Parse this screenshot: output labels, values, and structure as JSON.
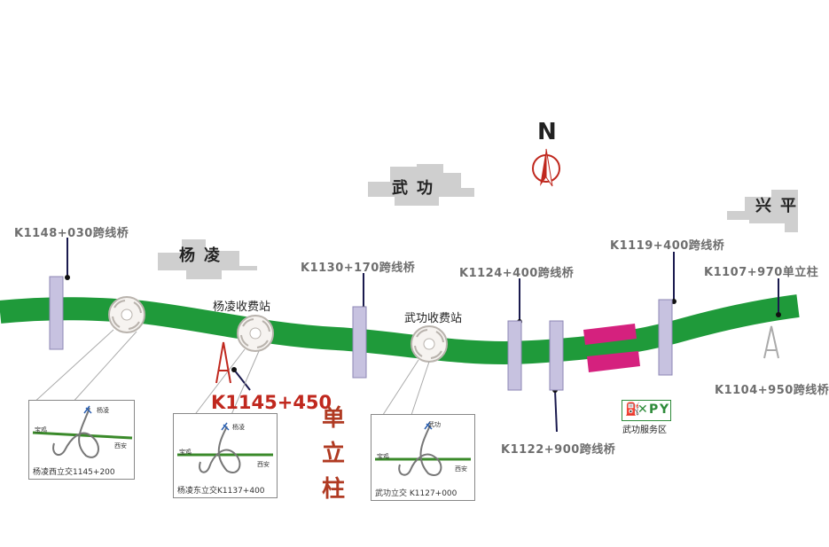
{
  "north": {
    "label": "N"
  },
  "cities": [
    {
      "id": "yangling",
      "name": "杨凌"
    },
    {
      "id": "wugong",
      "name": "武功"
    },
    {
      "id": "xingping",
      "name": "兴平"
    }
  ],
  "toll_stations": [
    {
      "id": "yangling",
      "name": "杨凌收费站"
    },
    {
      "id": "wugong",
      "name": "武功收费站"
    }
  ],
  "bridges": [
    {
      "id": "k1148",
      "label": "K1148+030跨线桥"
    },
    {
      "id": "k1130",
      "label": "K1130+170跨线桥"
    },
    {
      "id": "k1124",
      "label": "K1124+400跨线桥"
    },
    {
      "id": "k1122",
      "label": "K1122+900跨线桥"
    },
    {
      "id": "k1119",
      "label": "K1119+400跨线桥"
    },
    {
      "id": "k1107",
      "label": "K1107+970单立柱"
    },
    {
      "id": "k1104",
      "label": "K1104+950跨线桥"
    }
  ],
  "highlight": {
    "kilo": "K1145+450",
    "type": "单立柱"
  },
  "interchanges": [
    {
      "id": "yangling-west",
      "caption": "杨凌西立交1145+200",
      "north_label": "杨凌",
      "west_label": "宝鸡",
      "east_label": "西安"
    },
    {
      "id": "yangling-east",
      "caption": "杨凌东立交K1137+400",
      "north_label": "杨凌",
      "west_label": "宝鸡",
      "east_label": "西安"
    },
    {
      "id": "wugong",
      "caption": "武功立交 K1127+000",
      "north_label": "武功",
      "west_label": "宝鸡",
      "east_label": "西安"
    }
  ],
  "service_area": {
    "name": "武功服务区",
    "symbols": [
      "⛽",
      "✕",
      "P",
      "Y"
    ]
  },
  "colors": {
    "road": "#1f9a3a",
    "bridge": "#c7c2e0",
    "bridge_edge": "#8d87b5",
    "service": "#d5217e",
    "city_block": "#cfcfcf",
    "red_text": "#c0281e",
    "leader": "#1a1a4e"
  }
}
